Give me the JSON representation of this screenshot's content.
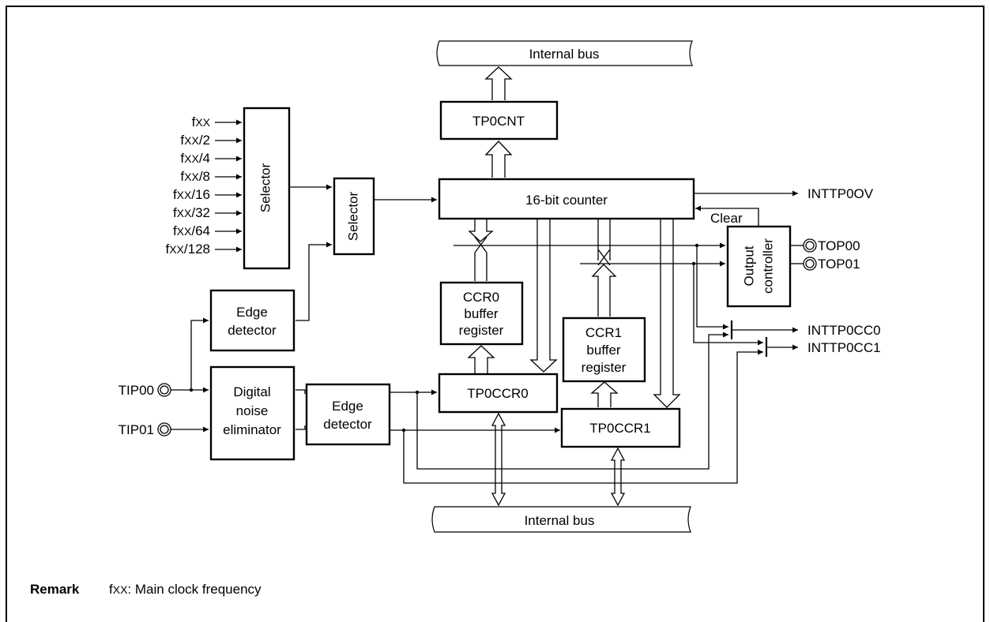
{
  "bus_top": "Internal bus",
  "bus_bottom": "Internal bus",
  "tp0cnt": "TP0CNT",
  "counter": "16-bit counter",
  "selector1": "Selector",
  "selector2": "Selector",
  "edge_detector_top": [
    "Edge",
    "detector"
  ],
  "edge_detector_mid": [
    "Edge",
    "detector"
  ],
  "noise_eliminator": [
    "Digital",
    "noise",
    "eliminator"
  ],
  "ccr0_buffer": [
    "CCR0",
    "buffer",
    "register"
  ],
  "ccr1_buffer": [
    "CCR1",
    "buffer",
    "register"
  ],
  "tp0ccr0": "TP0CCR0",
  "tp0ccr1": "TP0CCR1",
  "output_controller": [
    "Output",
    "controller"
  ],
  "clear_label": "Clear",
  "inputs": [
    {
      "main": "f",
      "sub": "XX",
      "suffix": ""
    },
    {
      "main": "f",
      "sub": "XX",
      "suffix": "/2"
    },
    {
      "main": "f",
      "sub": "XX",
      "suffix": "/4"
    },
    {
      "main": "f",
      "sub": "XX",
      "suffix": "/8"
    },
    {
      "main": "f",
      "sub": "XX",
      "suffix": "/16"
    },
    {
      "main": "f",
      "sub": "XX",
      "suffix": "/32"
    },
    {
      "main": "f",
      "sub": "XX",
      "suffix": "/64"
    },
    {
      "main": "f",
      "sub": "XX",
      "suffix": "/128"
    }
  ],
  "pins": {
    "tip00": "TIP00",
    "tip01": "TIP01",
    "top00": "TOP00",
    "top01": "TOP01"
  },
  "outputs": {
    "ov": "INTTP0OV",
    "cc0": "INTTP0CC0",
    "cc1": "INTTP0CC1"
  },
  "remark": {
    "label": "Remark",
    "f_main": "f",
    "f_sub": "XX",
    "text": ": Main clock frequency"
  }
}
